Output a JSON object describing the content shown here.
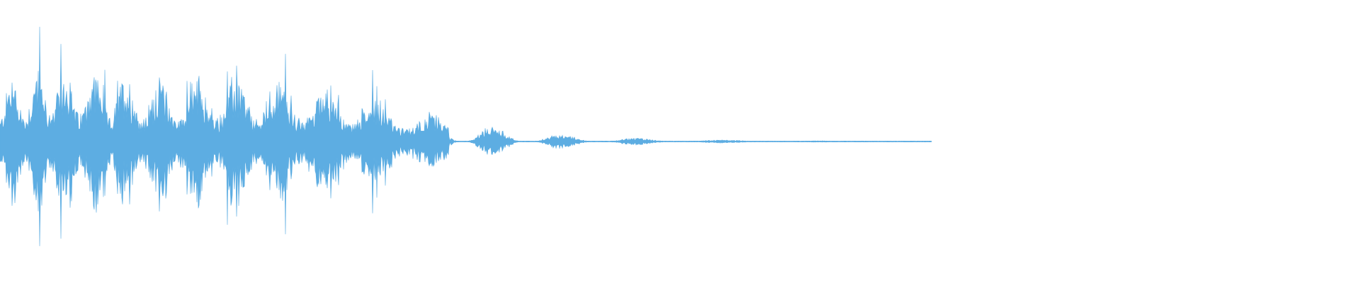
{
  "waveform": {
    "color": "#5dade2",
    "background": "#ffffff",
    "signal_end_fraction": 0.685,
    "baseline_fraction": 0.5,
    "envelope_description_points": [
      {
        "t": 0.0,
        "amp": 0.45
      },
      {
        "t": 0.04,
        "amp": 0.55
      },
      {
        "t": 0.1,
        "amp": 0.45
      },
      {
        "t": 0.15,
        "amp": 0.45
      },
      {
        "t": 0.2,
        "amp": 0.42
      },
      {
        "t": 0.25,
        "amp": 0.4
      },
      {
        "t": 0.28,
        "amp": 0.3
      },
      {
        "t": 0.31,
        "amp": 0.2
      },
      {
        "t": 0.34,
        "amp": 0.14
      },
      {
        "t": 0.37,
        "amp": 0.09
      },
      {
        "t": 0.4,
        "amp": 0.06
      },
      {
        "t": 0.44,
        "amp": 0.035
      },
      {
        "t": 0.48,
        "amp": 0.02
      },
      {
        "t": 0.53,
        "amp": 0.012
      },
      {
        "t": 0.58,
        "amp": 0.006
      },
      {
        "t": 0.64,
        "amp": 0.003
      },
      {
        "t": 0.685,
        "amp": 0.002
      }
    ]
  }
}
